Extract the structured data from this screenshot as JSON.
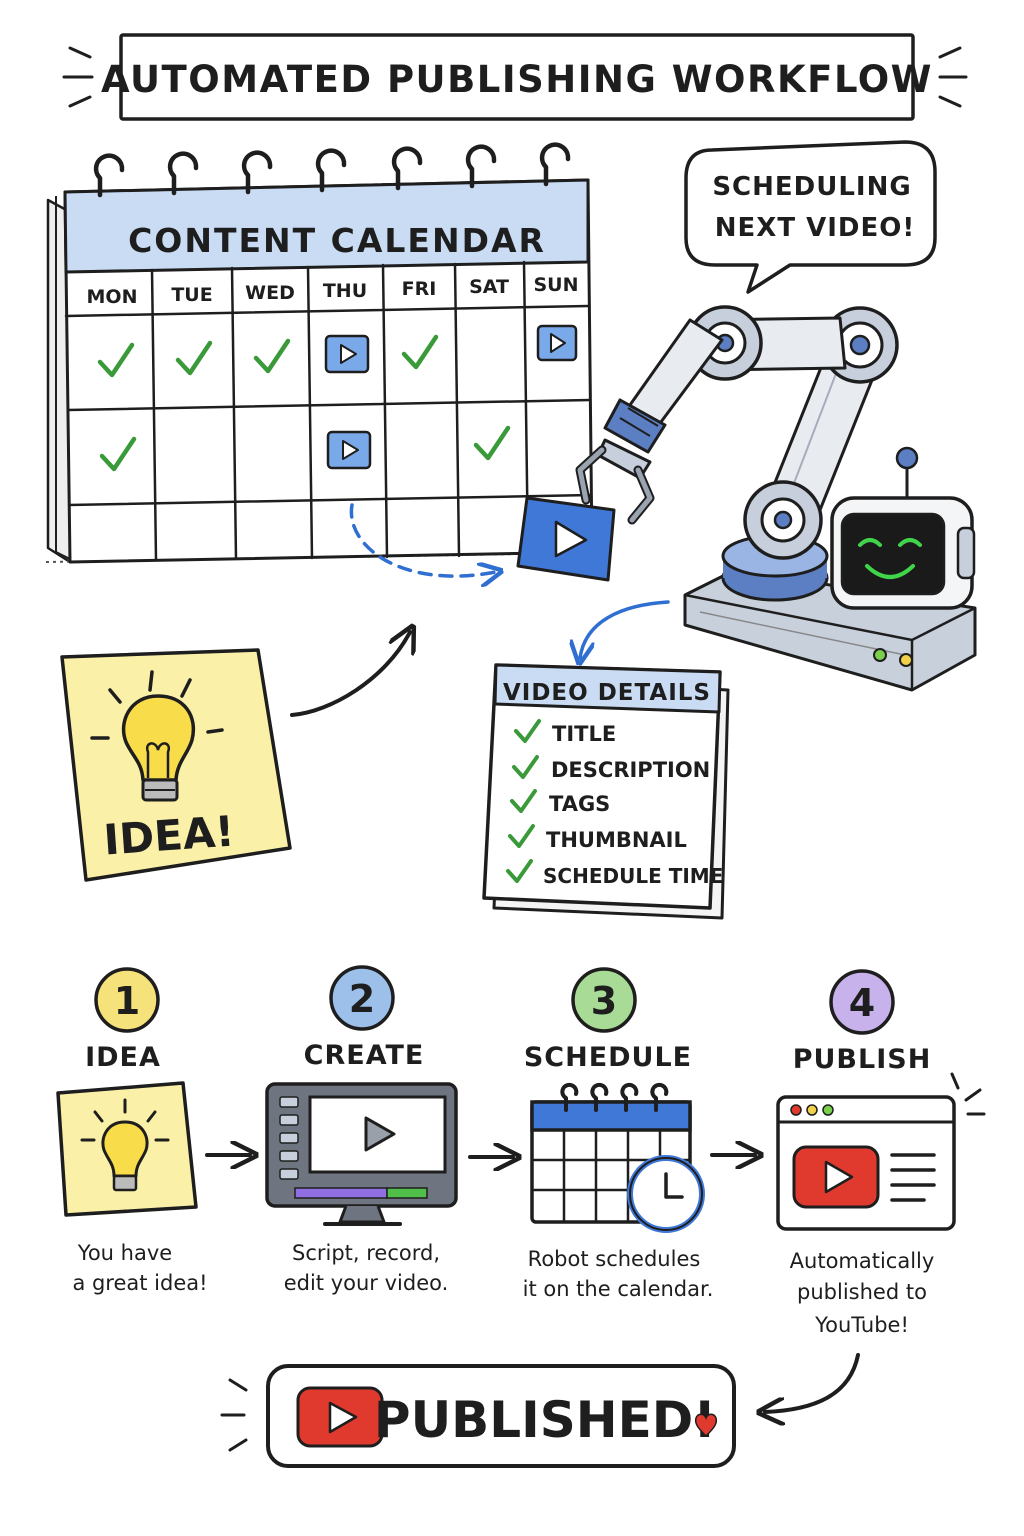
{
  "title": "AUTOMATED PUBLISHING WORKFLOW",
  "calendar": {
    "title": "CONTENT CALENDAR",
    "days": [
      "MON",
      "TUE",
      "WED",
      "THU",
      "FRI",
      "SAT",
      "SUN"
    ],
    "rows": [
      [
        "check",
        "check",
        "check",
        "play",
        "check",
        "",
        "play"
      ],
      [
        "check",
        "",
        "",
        "play",
        "",
        "check",
        ""
      ],
      [
        "",
        "",
        "",
        "",
        "",
        "",
        ""
      ]
    ]
  },
  "robot": {
    "speech": [
      "SCHEDULING",
      "NEXT VIDEO!"
    ]
  },
  "idea_note": {
    "label": "IDEA!"
  },
  "video_details": {
    "title": "VIDEO DETAILS",
    "items": [
      "TITLE",
      "DESCRIPTION",
      "TAGS",
      "THUMBNAIL",
      "SCHEDULE TIME"
    ]
  },
  "steps": [
    {
      "number": "1",
      "label": "IDEA",
      "caption": [
        "You have",
        "a great idea!"
      ],
      "color": "#f5e27a"
    },
    {
      "number": "2",
      "label": "CREATE",
      "caption": [
        "Script, record,",
        "edit your video."
      ],
      "color": "#9cc0ea"
    },
    {
      "number": "3",
      "label": "SCHEDULE",
      "caption": [
        "Robot schedules",
        "it on the calendar."
      ],
      "color": "#a8dc96"
    },
    {
      "number": "4",
      "label": "PUBLISH",
      "caption": [
        "Automatically",
        "published to",
        "YouTube!"
      ],
      "color": "#c7b2ec"
    }
  ],
  "final": {
    "label": "PUBLISHED!"
  },
  "colors": {
    "ink": "#1e1e1e",
    "calendar_header": "#c9dcf4",
    "check": "#3a9a3a",
    "play_blue": "#4f86d8",
    "youtube_red": "#e03a2f",
    "note_yellow": "#fbf0a8",
    "bulb_yellow": "#f8dc4a",
    "robot_screen": "#1a1a1a",
    "robot_face": "#3fd44a",
    "arrow_blue": "#2f6fd1"
  }
}
